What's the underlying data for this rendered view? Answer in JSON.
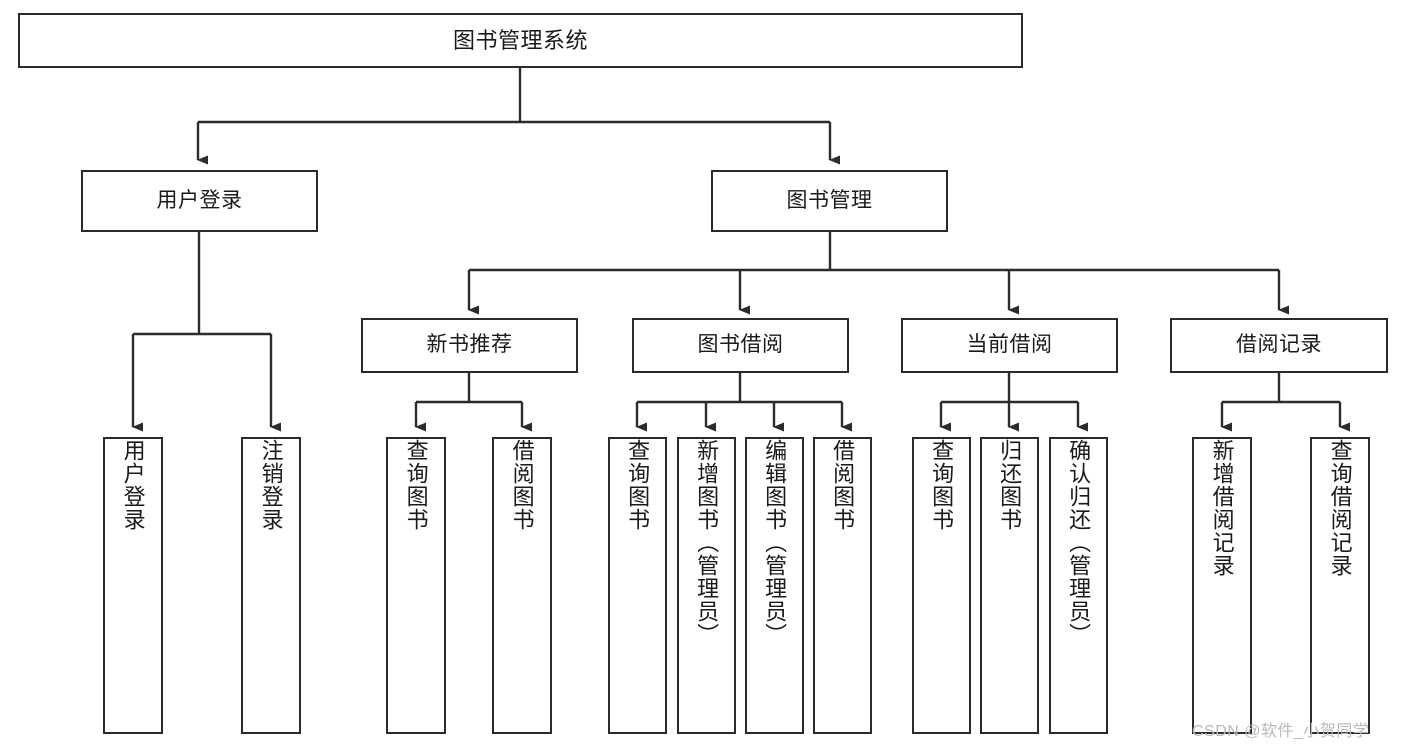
{
  "diagram": {
    "title": "图书管理系统",
    "type": "tree",
    "colors": {
      "box_border": "#2b2b2b",
      "box_fill": "#ffffff",
      "edge": "#2b2b2b",
      "text": "#1a1a1a",
      "watermark": "#b9b9b9",
      "background": "#ffffff"
    },
    "watermark": "CSDN @软件_小贺同学",
    "nodes": {
      "root": {
        "label": "图书管理系统"
      },
      "level2": [
        {
          "id": "user-login",
          "label": "用户登录"
        },
        {
          "id": "book-manage",
          "label": "图书管理"
        }
      ],
      "level3": [
        {
          "id": "new-book-recommend",
          "label": "新书推荐"
        },
        {
          "id": "book-borrow",
          "label": "图书借阅"
        },
        {
          "id": "current-borrow",
          "label": "当前借阅"
        },
        {
          "id": "borrow-record",
          "label": "借阅记录"
        }
      ],
      "leaves": {
        "user-login": [
          {
            "id": "leaf-user-login",
            "label": "用户登录"
          },
          {
            "id": "leaf-logout",
            "label": "注销登录"
          }
        ],
        "new-book-recommend": [
          {
            "id": "leaf-query-book-1",
            "label": "查询图书"
          },
          {
            "id": "leaf-borrow-book-1",
            "label": "借阅图书"
          }
        ],
        "book-borrow": [
          {
            "id": "leaf-query-book-2",
            "label": "查询图书"
          },
          {
            "id": "leaf-add-book",
            "label": "新增图书（管理员）"
          },
          {
            "id": "leaf-edit-book",
            "label": "编辑图书（管理员）"
          },
          {
            "id": "leaf-borrow-book-2",
            "label": "借阅图书"
          }
        ],
        "current-borrow": [
          {
            "id": "leaf-query-book-3",
            "label": "查询图书"
          },
          {
            "id": "leaf-return-book",
            "label": "归还图书"
          },
          {
            "id": "leaf-confirm-return",
            "label": "确认归还（管理员）"
          }
        ],
        "borrow-record": [
          {
            "id": "leaf-add-record",
            "label": "新增借阅记录"
          },
          {
            "id": "leaf-query-record",
            "label": "查询借阅记录"
          }
        ]
      }
    }
  }
}
